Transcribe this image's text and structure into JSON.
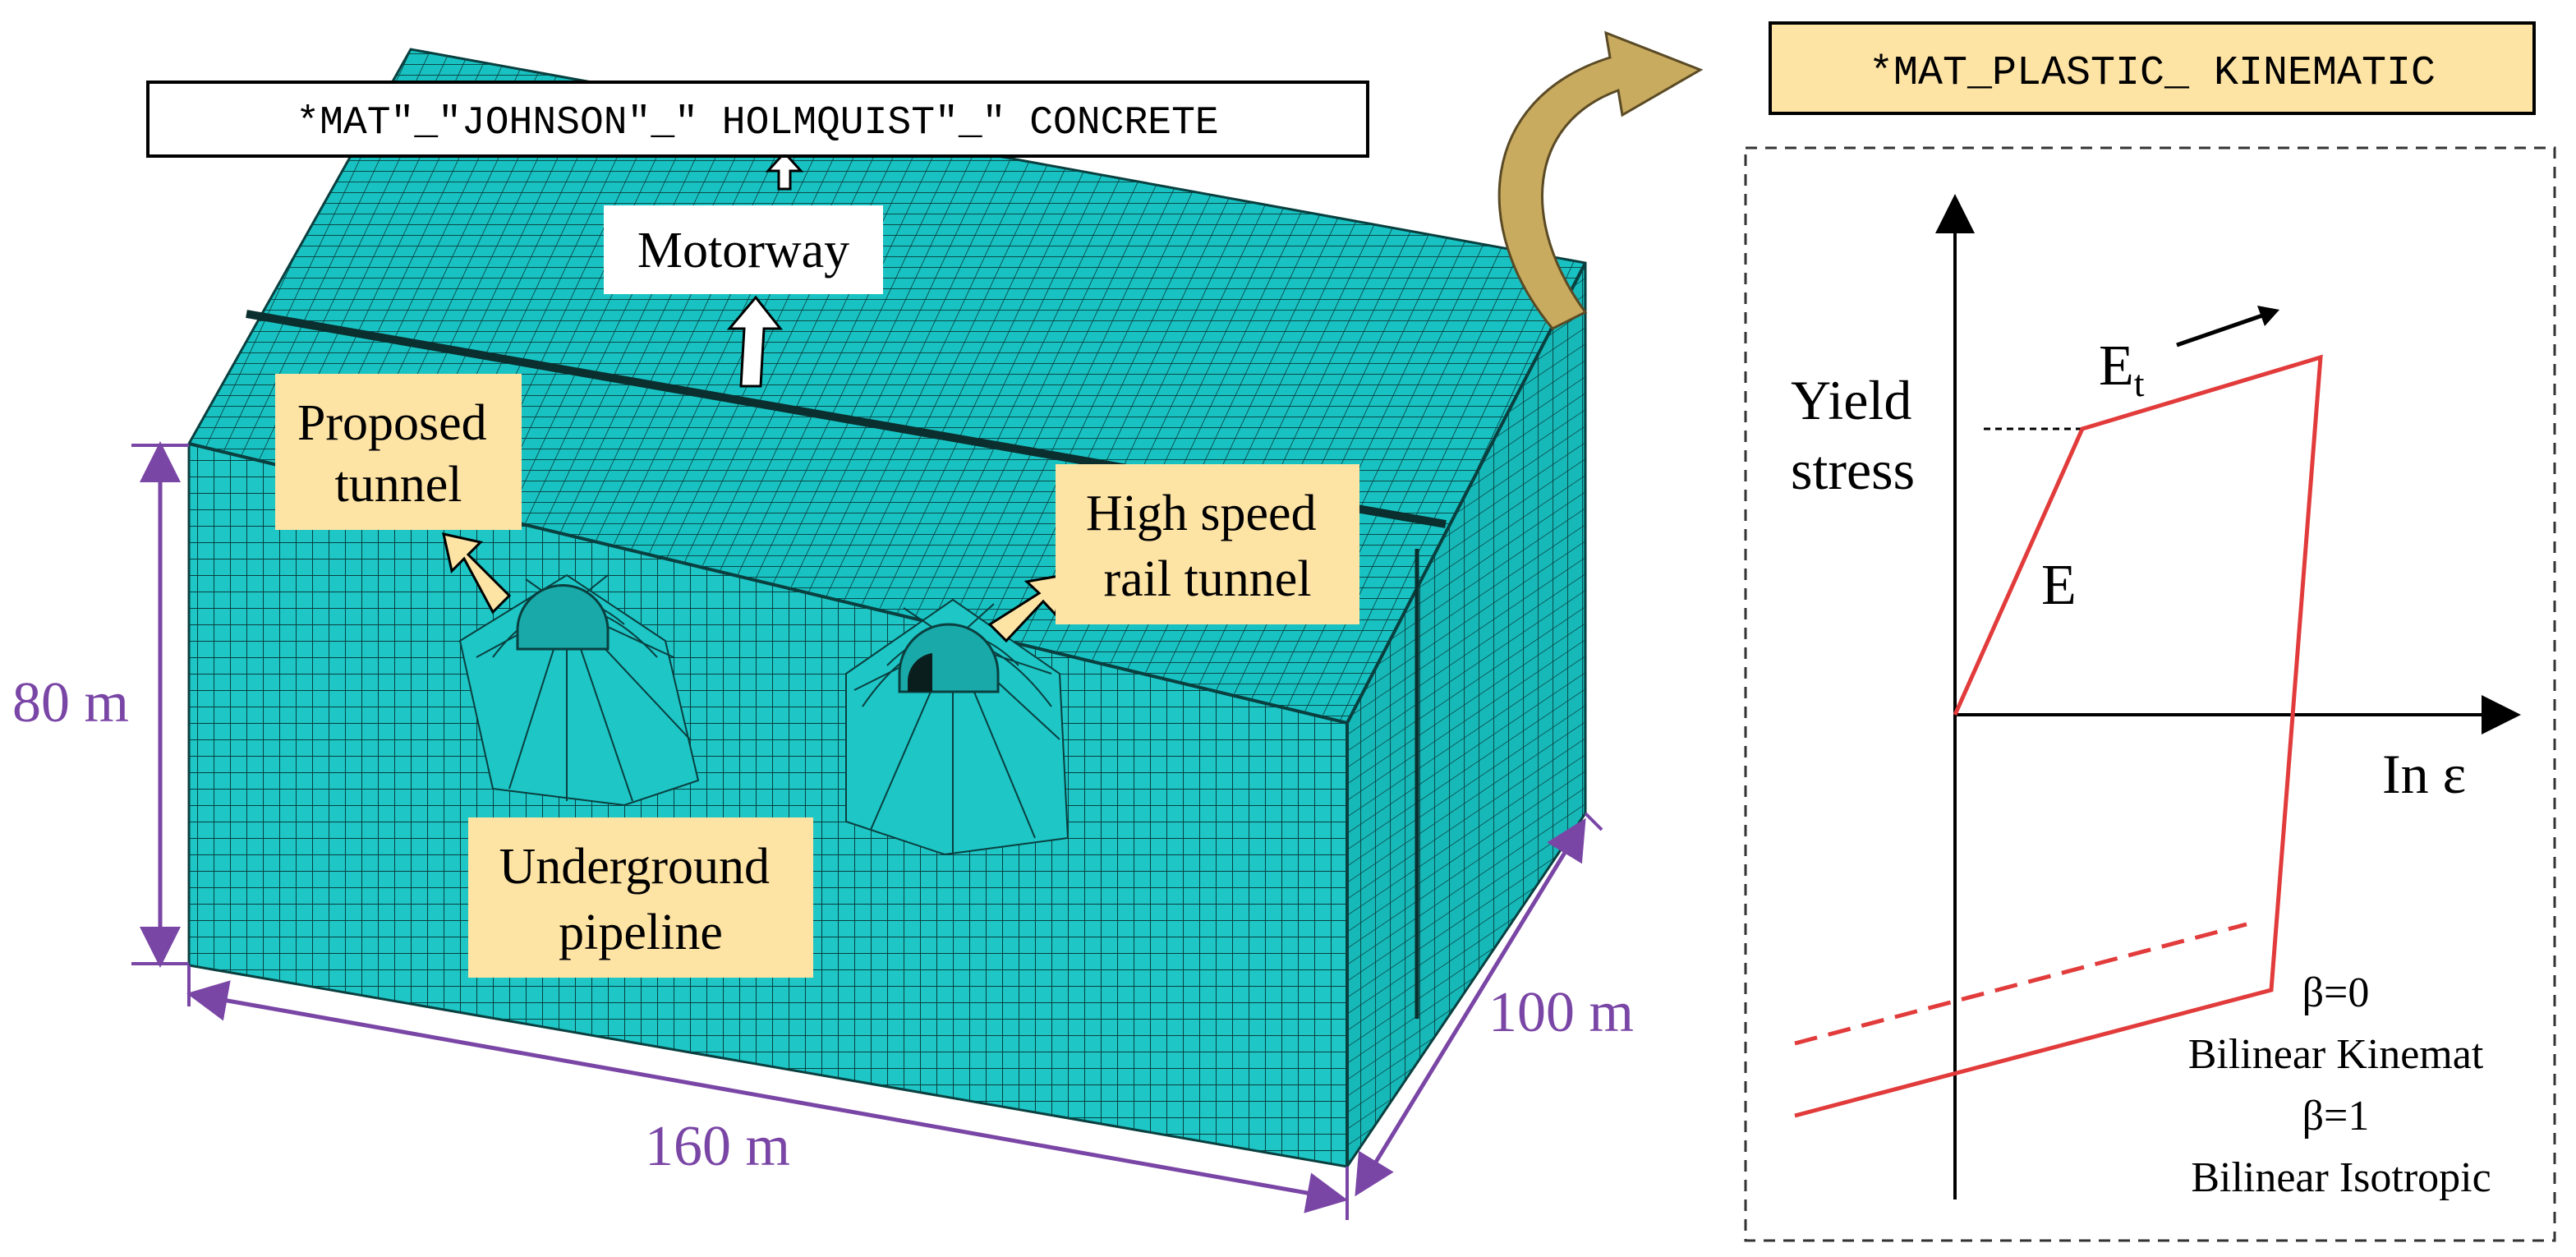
{
  "labels": {
    "jh_material": "*MAT\"_\"JOHNSON\"_\" HOLMQUIST\"_\" CONCRETE",
    "plastic_material": "*MAT_PLASTIC_ KINEMATIC",
    "motorway": "Motorway",
    "proposed_tunnel": [
      "Proposed",
      "tunnel"
    ],
    "high_speed_rail": [
      "High speed",
      "rail tunnel"
    ],
    "underground_pipeline": [
      "Underground",
      "pipeline"
    ]
  },
  "dimensions": {
    "height": "80 m",
    "length": "160 m",
    "width": "100 m"
  },
  "curve": {
    "ylabel": [
      "Yield",
      "stress"
    ],
    "xlabel": "In ε",
    "tangent_modulus": "E",
    "tangent_subscript": "t",
    "elastic_modulus": "E",
    "beta0": "β=0",
    "bilinear_kinematic": "Bilinear Kinemat",
    "beta1": "β=1",
    "bilinear_isotropic": "Bilinear Isotropic"
  },
  "colors": {
    "mesh_fill": "#19c2c2",
    "mesh_line": "#0a3f3f",
    "dimension": "#7a46a6",
    "callout_fill": "#fde3a4",
    "curve": "#e23b3b",
    "arrow_gold": "#c9ab5f"
  }
}
